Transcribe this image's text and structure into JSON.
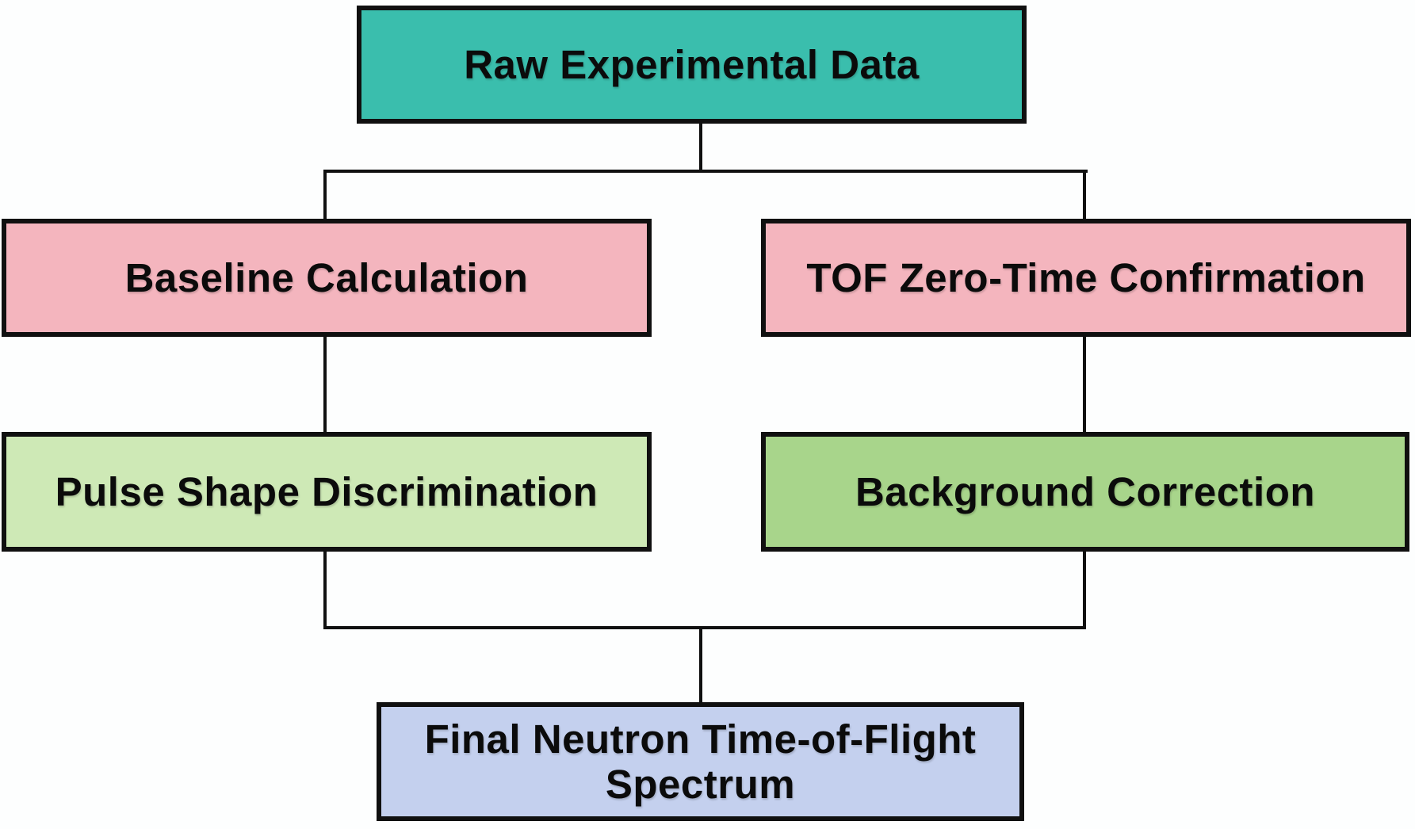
{
  "diagram": {
    "type": "flowchart",
    "line_color": "#101010",
    "nodes": [
      {
        "id": "raw",
        "label": "Raw Experimental Data",
        "fill": "#3ABEAD"
      },
      {
        "id": "baseline",
        "label": "Baseline Calculation",
        "fill": "#F4B5BE"
      },
      {
        "id": "tof",
        "label": "TOF Zero-Time Confirmation",
        "fill": "#F4B5BE"
      },
      {
        "id": "psd",
        "label": "Pulse Shape Discrimination",
        "fill": "#CEE9B6"
      },
      {
        "id": "bg",
        "label": "Background Correction",
        "fill": "#A8D58B"
      },
      {
        "id": "final",
        "label": "Final Neutron Time-of-Flight\nSpectrum",
        "fill": "#C4D0EE"
      }
    ],
    "edges": [
      {
        "from": "raw",
        "to": "baseline"
      },
      {
        "from": "raw",
        "to": "tof"
      },
      {
        "from": "baseline",
        "to": "psd"
      },
      {
        "from": "tof",
        "to": "bg"
      },
      {
        "from": "psd",
        "to": "final"
      },
      {
        "from": "bg",
        "to": "final"
      }
    ]
  }
}
